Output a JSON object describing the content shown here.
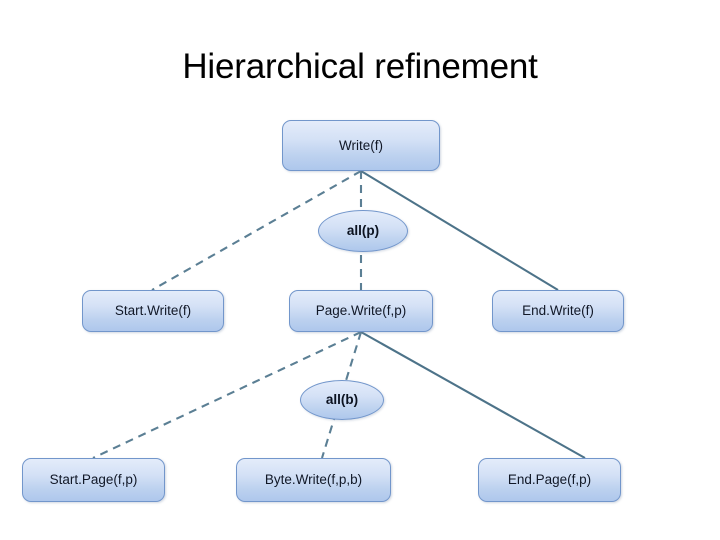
{
  "slide": {
    "title": "Hierarchical refinement",
    "background": "#ffffff"
  },
  "theme": {
    "node_fill_top": "#e4ecfa",
    "node_fill_bottom": "#aec7ec",
    "node_border": "#7296cb",
    "connector_color": "#5b7f94",
    "text_color": "#111827",
    "title_color": "#000000"
  },
  "diagram": {
    "type": "tree",
    "levels": [
      {
        "level": 1,
        "nodes": [
          {
            "id": "write-f",
            "label": "Write(f)",
            "shape": "rounded-rect"
          }
        ]
      },
      {
        "level": 2,
        "nodes": [
          {
            "id": "start-write-f",
            "label": "Start.Write(f)",
            "shape": "rounded-rect"
          },
          {
            "id": "page-write-fp",
            "label": "Page.Write(f,p)",
            "shape": "rounded-rect"
          },
          {
            "id": "end-write-f",
            "label": "End.Write(f)",
            "shape": "rounded-rect"
          }
        ]
      },
      {
        "level": 3,
        "nodes": [
          {
            "id": "start-page-fp",
            "label": "Start.Page(f,p)",
            "shape": "rounded-rect"
          },
          {
            "id": "byte-write-fpb",
            "label": "Byte.Write(f,p,b)",
            "shape": "rounded-rect"
          },
          {
            "id": "end-page-fp",
            "label": "End.Page(f,p)",
            "shape": "rounded-rect"
          }
        ]
      }
    ],
    "quantifiers": [
      {
        "id": "all-p",
        "label": "all(p)",
        "shape": "ellipse",
        "on_edge": "write-f -> page-write-fp"
      },
      {
        "id": "all-b",
        "label": "all(b)",
        "shape": "ellipse",
        "on_edge": "page-write-fp -> byte-write-fpb"
      }
    ],
    "edges": [
      {
        "from": "write-f",
        "to": "start-write-f",
        "style": "dashed"
      },
      {
        "from": "write-f",
        "to": "page-write-fp",
        "style": "dashed"
      },
      {
        "from": "write-f",
        "to": "end-write-f",
        "style": "solid"
      },
      {
        "from": "page-write-fp",
        "to": "start-page-fp",
        "style": "dashed"
      },
      {
        "from": "page-write-fp",
        "to": "byte-write-fpb",
        "style": "dashed"
      },
      {
        "from": "page-write-fp",
        "to": "end-page-fp",
        "style": "solid"
      }
    ]
  }
}
